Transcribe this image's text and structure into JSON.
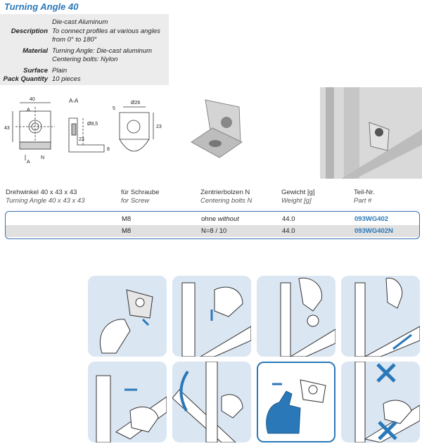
{
  "title": "Turning Angle 40",
  "specs": [
    {
      "label": "",
      "lines": [
        "Die-cast Aluminum"
      ]
    },
    {
      "label": "Description",
      "lines": [
        "To connect profiles at various angles",
        "from 0° to 180°"
      ]
    },
    {
      "label": "Material",
      "lines": [
        "Turning Angle: Die-cast aluminum",
        "Centering bolts: Nylon"
      ]
    },
    {
      "label": "Surface",
      "lines": [
        "Plain"
      ]
    },
    {
      "label": "Pack Quantity",
      "lines": [
        "10 pieces"
      ]
    }
  ],
  "drawing_labels": {
    "dim_40": "40",
    "dim_43": "43",
    "section": "A-A",
    "a_top": "A",
    "a_bottom": "A",
    "n_label": "N",
    "dim_8_5": "Ø8,5",
    "dim_23a": "23",
    "dim_5": "5",
    "dim_26": "Ø26",
    "dim_23b": "23",
    "dim_8": "8"
  },
  "table": {
    "headers": [
      {
        "de": "Drehwinkel 40 x 43 x 43",
        "en": "Turning Angle 40 x 43 x 43"
      },
      {
        "de": "für Schraube",
        "en": "for Screw"
      },
      {
        "de": "Zentrierbolzen N",
        "en": "Centering bolts N"
      },
      {
        "de": "Gewicht [g]",
        "en": "Weight [g]"
      },
      {
        "de": "Teil-Nr.",
        "en": "Part #"
      }
    ],
    "rows": [
      {
        "screw": "M8",
        "bolts_de": "ohne",
        "bolts_en": "without",
        "weight": "44.0",
        "part": "093WG402"
      },
      {
        "screw": "M8",
        "bolts_de": "N=8 / 10",
        "bolts_en": "",
        "weight": "44.0",
        "part": "093WG402N"
      }
    ]
  },
  "colors": {
    "accent": "#2a78b8",
    "panel": "#dbe6f3",
    "spec_bg": "#ececec",
    "row_alt": "#e0e0e0"
  }
}
